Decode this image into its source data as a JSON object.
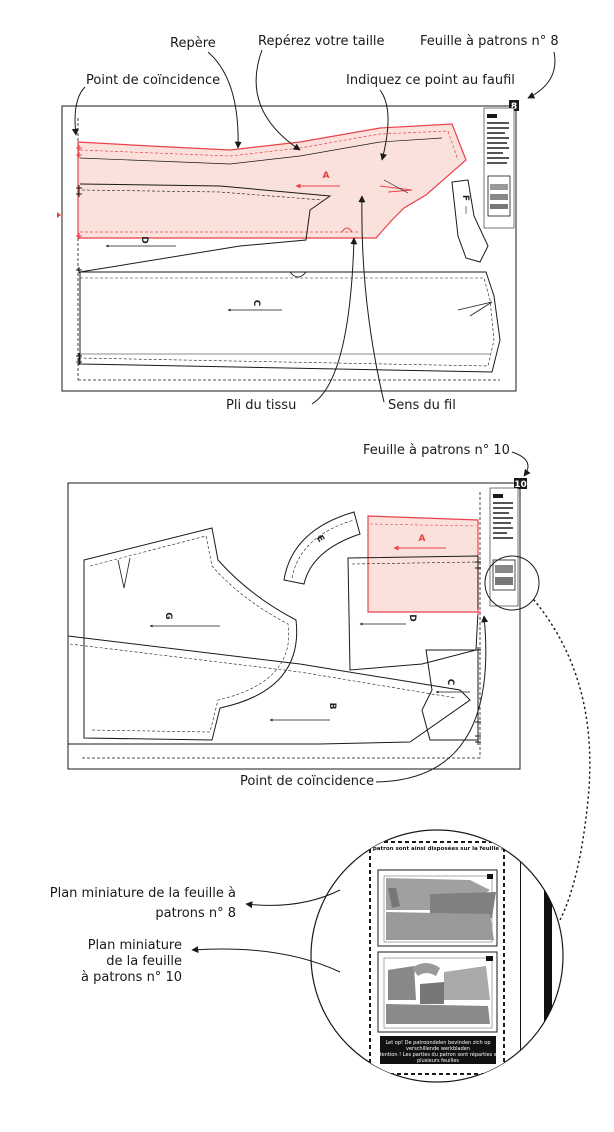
{
  "labels": {
    "repere": "Repère",
    "reperez": "Repérez votre taille",
    "feuille8": "Feuille à patrons n° 8",
    "point_coincidence_top": "Point de coïncidence",
    "indiquez": "Indiquez ce point au faufil",
    "pli": "Pli du tissu",
    "sens": "Sens du fil",
    "feuille10": "Feuille à patrons n° 10",
    "point_coincidence_bottom": "Point de coïncidence",
    "plan8_line1": "Plan miniature de la feuille à",
    "plan8_line2": "patrons n° 8",
    "plan10_line1": "Plan miniature",
    "plan10_line2": "de la feuille",
    "plan10_line3": "à patrons n° 10"
  },
  "sheets": {
    "sheet8_number": "8",
    "sheet10_number": "10"
  },
  "pieces": {
    "a": "A",
    "b": "B",
    "c": "C",
    "d": "D",
    "e": "E",
    "f": "F",
    "g": "G"
  },
  "magnifier": {
    "header": "parties du patron sont ainsi disposées sur la feuille à patrons :",
    "footer_line1": "Let op! De patroondelen bevinden zich op",
    "footer_line2": "verschillende werkbladen",
    "footer_line3": "Attention ! Les parties du patron sont réparties sur",
    "footer_line4": "plusieurs feuilles"
  },
  "colors": {
    "accent_red": "#e8424a",
    "highlight_fill": "#fbe1dc",
    "line": "#1a1a1a"
  }
}
